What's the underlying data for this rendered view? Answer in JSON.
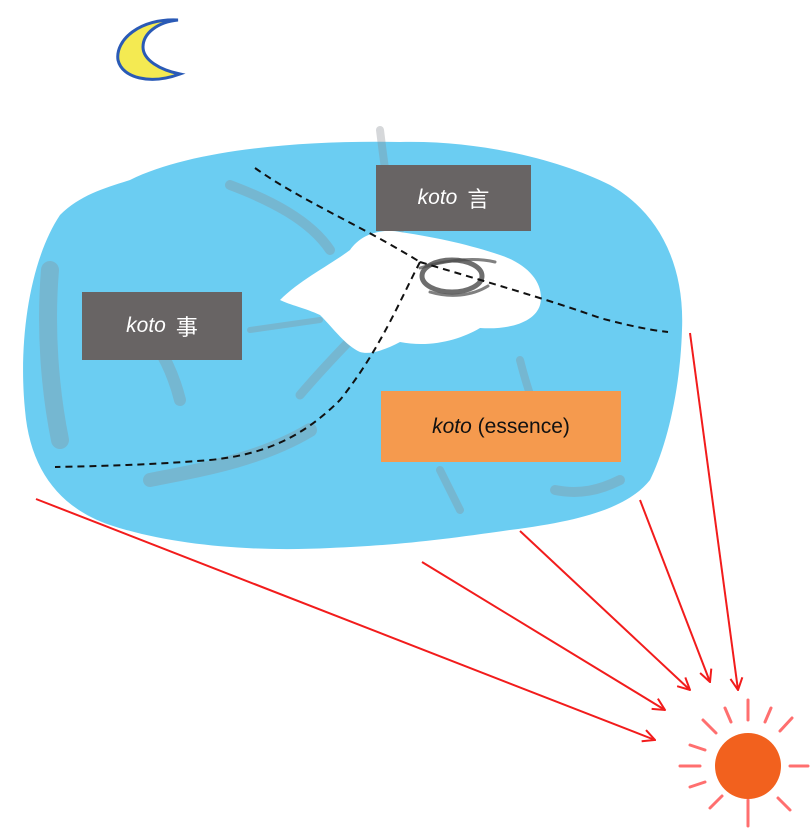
{
  "colors": {
    "island": "#6bcdf2",
    "patch": "#ffffff",
    "gray_box": "#686464",
    "orange_box": "#f59a4e",
    "arrow": "#f21c1c",
    "sun": "#f2611e",
    "sun_rays": "#ff6f6f",
    "moon_fill": "#f4ea52",
    "moon_outline": "#2a5ab6"
  },
  "icons": {
    "moon": "crescent-moon-icon",
    "sun": "sun-icon"
  },
  "labels": {
    "koto_words": {
      "word": "koto",
      "kanji": "言"
    },
    "koto_things": {
      "word": "koto",
      "kanji": "事"
    },
    "koto_essence": {
      "word": "koto",
      "suffix": " (essence)"
    }
  }
}
